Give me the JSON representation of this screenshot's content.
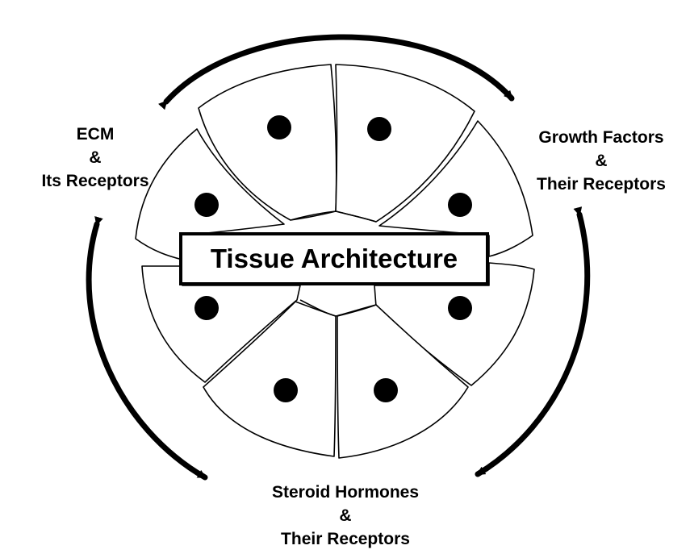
{
  "center_label": "Tissue Architecture",
  "factors": {
    "top_left": {
      "lines": [
        "ECM",
        "&",
        "Its Receptors"
      ]
    },
    "top_right": {
      "lines": [
        "Growth Factors",
        "&",
        "Their Receptors"
      ]
    },
    "bottom": {
      "lines": [
        "Steroid Hormones",
        "&",
        "Their Receptors"
      ]
    }
  },
  "colors": {
    "ink": "#000000",
    "background": "#ffffff"
  }
}
